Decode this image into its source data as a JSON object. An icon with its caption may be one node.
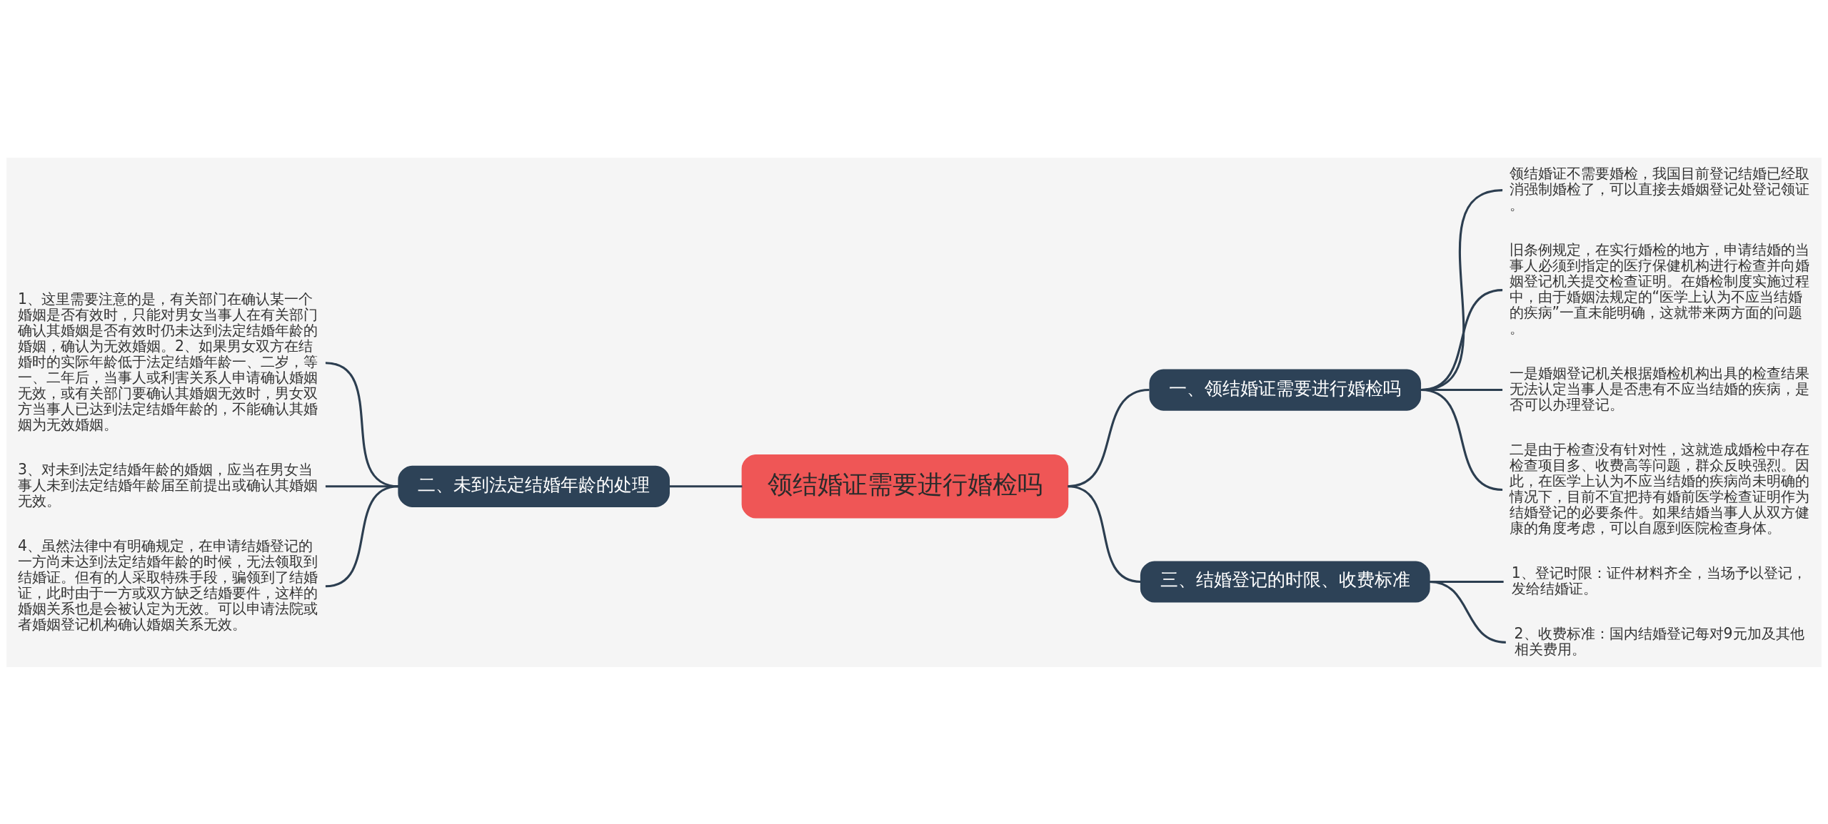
{
  "diagram": {
    "nodes": [
      {
        "text": [
          "领结婚证需要进行婚检吗"
        ]
      },
      {
        "text": [
          "一、领结婚证需要进行婚检吗"
        ]
      },
      {
        "text": [
          "领结婚证不需要婚检，我国目前登记结婚已经取消强制婚检了，可以直接去婚姻登记处登记领证。"
        ]
      },
      {
        "text": [
          "旧条例规定，在实行婚检的地方，申请结婚的当事人必须到指定的医疗保健机构进行检查并向婚姻登记机关提交检查证明。在婚检制度实施过程中，由于婚姻法规定的“医学上认为不应当结婚的疾病”一直未能明确，这就带来两方面的问题。"
        ]
      },
      {
        "text": [
          "一是婚姻登记机关根据婚检机构出具的检查结果无法认定当事人是否患有不应当结婚的疾病，是否可以办理登记。"
        ]
      },
      {
        "text": [
          "二是由于检查没有针对性，这就造成婚检中存在检查项目多、收费高等问题，群众反映强烈。因此，在医学上认为不应当结婚的疾病尚未明确的情况下，目前不宜把持有婚前医学检查证明作为结婚登记的必要条件。如果结婚当事人从双方健康的角度考虑，可以自愿到医院检查身体。"
        ]
      },
      {
        "text": [
          "二、未到法定结婚年龄的处理"
        ]
      },
      {
        "text": [
          "1、这里需要注意的是，有关部门在确认某一个婚姻是否有效时，只能对男女当事人在有关部门确认其婚姻是否有效时仍未达到法定结婚年龄的婚姻，确认为无效婚姻。2、如果男女双方在结婚时的实际年龄低于法定结婚年龄一、二岁，等一、二年后，当事人或利害关系人申请确认婚姻无效，或有关部门要确认其婚姻无效时，男女双方当事人已达到法定结婚年龄的，不能确认其婚姻为无效婚姻。"
        ]
      },
      {
        "text": [
          "3、对未到法定结婚年龄的婚姻，应当在男女当事人未到法定结婚年龄届至前提出或确认其婚姻无效。"
        ]
      },
      {
        "text": [
          "4、虽然法律中有明确规定，在申请结婚登记的一方尚未达到法定结婚年龄的时候，无法领取到结婚证。但有的人采取特殊手段，骗领到了结婚证，此时由于一方或双方缺乏结婚要件，这样的婚姻关系也是会被认定为无效。可以申请法院或者婚姻登记机构确认婚姻关系无效。"
        ]
      },
      {
        "text": [
          "三、结婚登记的时限、收费标准"
        ]
      },
      {
        "text": [
          "1、登记时限：证件材料齐全，当场予以登记，发给结婚证。"
        ]
      },
      {
        "text": [
          "2、收费标准：国内结婚登记每对9元加及其他相关费用。"
        ]
      }
    ],
    "edges": [
      {
        "from": 0,
        "to": 1,
        "arrow": "none"
      },
      {
        "from": 1,
        "to": 2,
        "arrow": "none"
      },
      {
        "from": 1,
        "to": 3,
        "arrow": "none"
      },
      {
        "from": 1,
        "to": 4,
        "arrow": "none"
      },
      {
        "from": 1,
        "to": 5,
        "arrow": "none"
      },
      {
        "from": 6,
        "to": 0,
        "arrow": "none"
      },
      {
        "from": 7,
        "to": 6,
        "arrow": "none"
      },
      {
        "from": 8,
        "to": 6,
        "arrow": "none"
      },
      {
        "from": 9,
        "to": 6,
        "arrow": "none"
      },
      {
        "from": 0,
        "to": 10,
        "arrow": "none"
      },
      {
        "from": 10,
        "to": 11,
        "arrow": "none"
      },
      {
        "from": 10,
        "to": 12,
        "arrow": "none"
      }
    ]
  }
}
